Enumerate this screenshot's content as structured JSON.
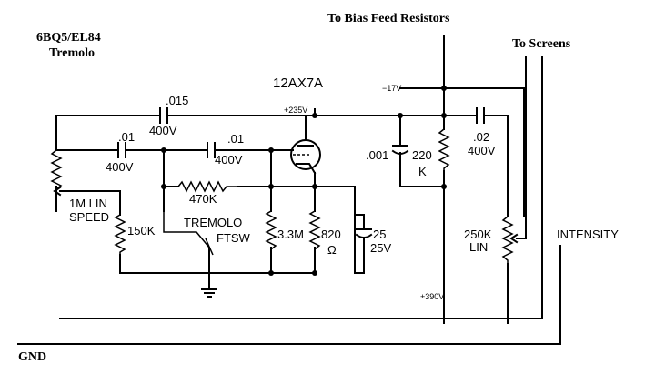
{
  "title": {
    "tube": "6BQ5/EL84",
    "name": "Tremolo"
  },
  "headers": {
    "bias_feed": "To Bias Feed Resistors",
    "screens": "To Screens",
    "gnd": "GND"
  },
  "tube": {
    "type": "12AX7A"
  },
  "voltages": {
    "plate": "+235V",
    "neg": "−17V",
    "supply": "+390V"
  },
  "components": {
    "c_015_value": ".015",
    "c_015_rating": "400V",
    "c_01a_value": ".01",
    "c_01a_rating": "400V",
    "c_01b_value": ".01",
    "c_01b_rating": "400V",
    "c_001": ".001",
    "r_220_value": "220",
    "r_220_unit": "K",
    "c_02_value": ".02",
    "c_02_rating": "400V",
    "r_470k": "470K",
    "pot_speed_1": "1M LIN",
    "pot_speed_2": "SPEED",
    "r_150k": "150K",
    "tremolo_1": "TREMOLO",
    "tremolo_2": "FTSW",
    "r_33m": "3.3M",
    "r_820_value": "820",
    "r_820_unit": "Ω",
    "c_25_value": "25",
    "c_25_rating": "25V",
    "pot_250k_1": "250K",
    "pot_250k_2": "LIN",
    "intensity": "INTENSITY"
  }
}
